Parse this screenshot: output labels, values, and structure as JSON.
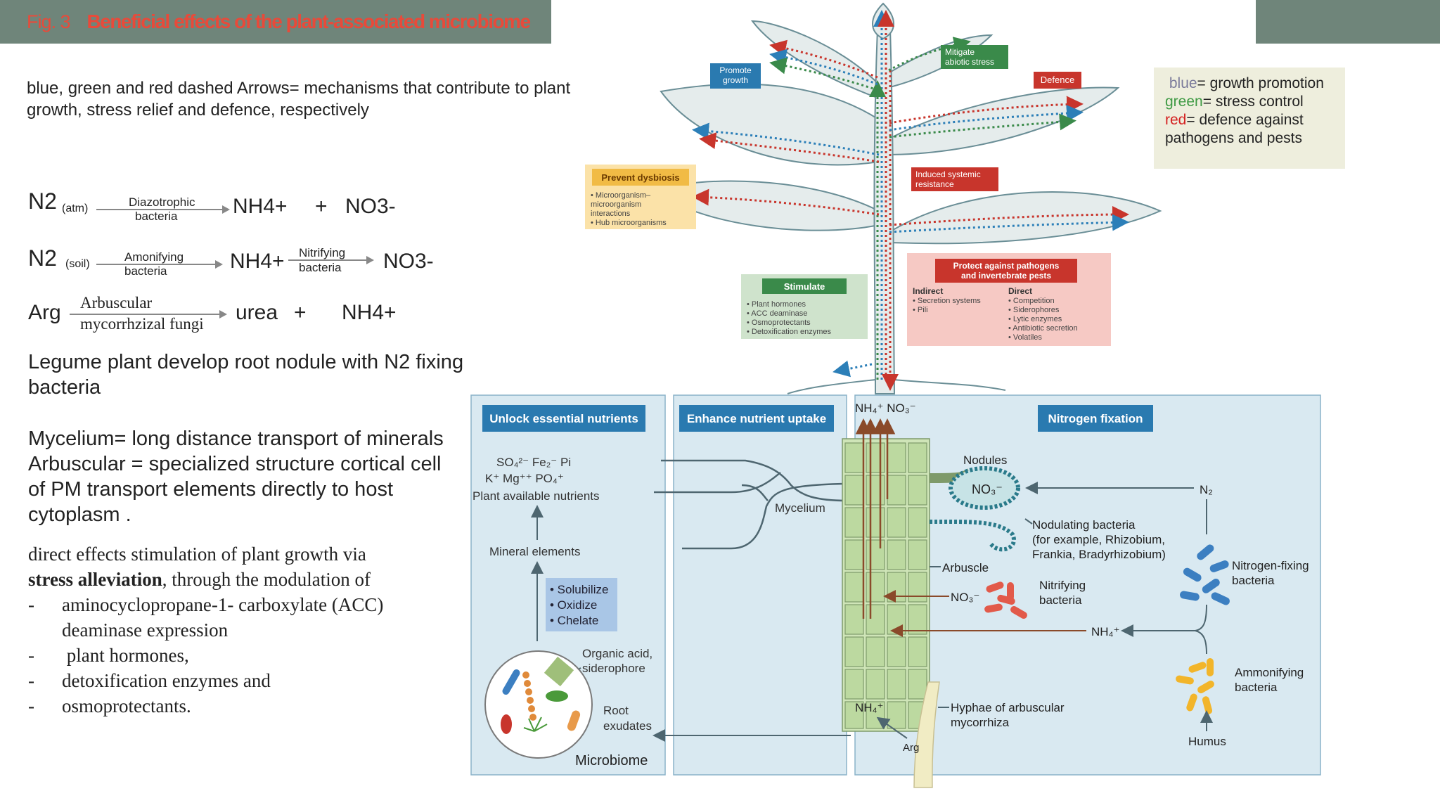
{
  "header": {
    "fig": "Fig. 3",
    "title": "Beneficial effects of the plant-associated microbiome"
  },
  "intro": "blue, green and red dashed Arrows= mechanisms that contribute to plant growth, stress relief and defence, respectively",
  "equations": {
    "eq1": {
      "lhs": "N2",
      "lhs_sub": "(atm)",
      "arrow_top": "Diazotrophic",
      "arrow_bottom": "bacteria",
      "p1": "NH4+",
      "plus": "+",
      "p2": "NO3-"
    },
    "eq2": {
      "lhs": "N2",
      "lhs_sub": "(soil)",
      "arrow_top": "Amonifying",
      "arrow_bottom": "bacteria",
      "p1": "NH4+",
      "arrow2_top": "Nitrifying",
      "arrow2_bottom": "bacteria",
      "p2": "NO3-"
    },
    "eq3": {
      "lhs": "Arg",
      "arrow_top": "Arbuscular",
      "arrow_bottom": "mycorrhzizal fungi",
      "p1": "urea",
      "plus": "+",
      "p2": "NH4+"
    }
  },
  "legume": "Legume plant develop root nodule with  N2 fixing bacteria",
  "mycelium": [
    "Mycelium= long distance transport of minerals",
    "Arbuscular = specialized structure cortical cell",
    "of PM transport elements directly to host",
    "cytoplasm ."
  ],
  "direct_effects": {
    "line1": "direct effects  stimulation of plant growth via",
    "bold": "stress alleviation",
    "line2_rest": ", through the modulation of",
    "dash": "-",
    "items": [
      "aminocyclopropane-1- carboxylate (ACC)",
      "deaminase expression",
      " plant hormones,",
      "detoxification enzymes and",
      "osmoprotectants."
    ]
  },
  "legend": {
    "blue_key": "blue",
    "blue_val": "= growth promotion",
    "green_key": "green",
    "green_val": "= stress control",
    "red_key": "red",
    "red_val": "= defence against",
    "red_val2": "pathogens and pests"
  },
  "figure": {
    "labels": {
      "promote_growth": [
        "Promote",
        "growth"
      ],
      "mitigate": [
        "Mitigate",
        "abiotic stress"
      ],
      "defence": "Defence",
      "prevent_dysbiosis": "Prevent dysbiosis",
      "prevent_items": [
        "• Microorganism–",
        "  microorganism",
        "  interactions",
        "• Hub microorganisms"
      ],
      "induced": [
        "Induced systemic",
        "resistance"
      ],
      "stimulate": "Stimulate",
      "stimulate_items": [
        "• Plant hormones",
        "• ACC deaminase",
        "• Osmoprotectants",
        "• Detoxification enzymes"
      ],
      "protect": [
        "Protect against pathogens",
        "and invertebrate pests"
      ],
      "indirect": "Indirect",
      "indirect_items": [
        "• Secretion systems",
        "• Pili"
      ],
      "direct": "Direct",
      "direct_items": [
        "• Competition",
        "• Siderophores",
        "• Lytic enzymes",
        "• Antibiotic secretion",
        "• Volatiles"
      ],
      "unlock": "Unlock essential nutrients",
      "enhance": "Enhance nutrient uptake",
      "nfix": "Nitrogen fixation",
      "nutrients_top": "SO₄²⁻    Fe₂⁻    Pi",
      "nutrients_mid": "K⁺    Mg⁺⁺    PO₄⁺",
      "plant_available": "Plant available nutrients",
      "mineral": "Mineral elements",
      "solubilize": [
        "• Solubilize",
        "• Oxidize",
        "• Chelate"
      ],
      "organic": [
        "Organic acid,",
        "siderophore"
      ],
      "root_exudates": [
        "Root",
        "exudates"
      ],
      "microbiome": "Microbiome",
      "mycelium": "Mycelium",
      "nh4_no3_top": "NH₄⁺ NO₃⁻",
      "nodules": "Nodules",
      "no3_nodule": "NO₃⁻",
      "n2": "N₂",
      "nodulating": [
        "Nodulating bacteria",
        "(for example, Rhizobium,",
        "Frankia, Bradyrhizobium)"
      ],
      "arbuscle": "Arbuscle",
      "no3_left": "NO₃⁻",
      "nitrifying": [
        "Nitrifying",
        "bacteria"
      ],
      "nh4_right": "NH₄⁺",
      "nfix_bact": [
        "Nitrogen-fixing",
        "bacteria"
      ],
      "ammonifying": [
        "Ammonifying",
        "bacteria"
      ],
      "humus": "Humus",
      "nh4_bottom": "NH₄⁺",
      "hyphae": [
        "Hyphae of arbuscular",
        "mycorrhiza"
      ],
      "arg": "Arg"
    },
    "colors": {
      "blue": "#2c7fb8",
      "green": "#3a8a4a",
      "red": "#c8352c",
      "panel_bg": "#d9e9f1",
      "box_blue": "#2a7ab0"
    }
  }
}
